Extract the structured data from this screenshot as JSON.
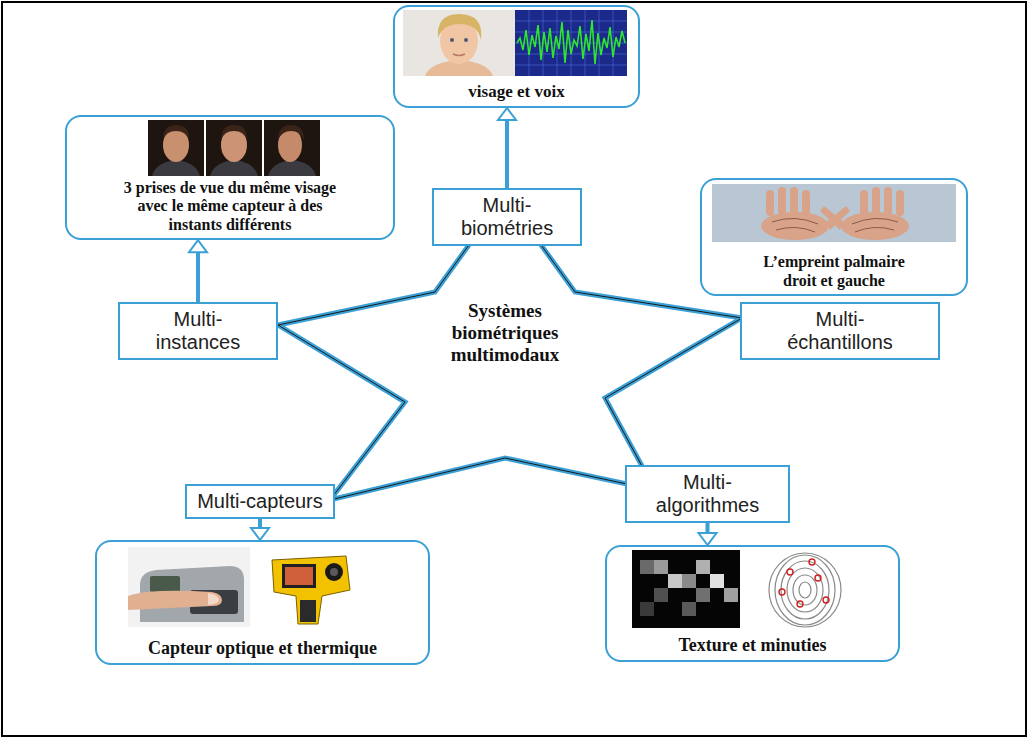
{
  "diagram": {
    "nodes": [
      {
        "text": [
          "visage et voix"
        ]
      },
      {
        "text": [
          "3 prises de vue du même visage avec le même capteur à des instants différents"
        ]
      },
      {
        "text": [
          "Multi- biométries"
        ]
      },
      {
        "text": [
          "L’empreint palmaire droit et gauche"
        ]
      },
      {
        "text": [
          "Multi- instances"
        ]
      },
      {
        "text": [
          "Systèmes biométriques multimodaux"
        ]
      },
      {
        "text": [
          "Multi- échantillons"
        ]
      },
      {
        "text": [
          "Multi-capteurs"
        ]
      },
      {
        "text": [
          "Multi- algorithmes"
        ]
      },
      {
        "text": [
          "Capteur optique et thermique"
        ]
      },
      {
        "text": [
          "Texture et minuties"
        ]
      }
    ],
    "edges": [
      {
        "from": 2,
        "to": 0,
        "arrow": "to"
      },
      {
        "from": 4,
        "to": 1,
        "arrow": "to"
      },
      {
        "from": 7,
        "to": 9,
        "arrow": "to"
      },
      {
        "from": 8,
        "to": 10,
        "arrow": "to"
      }
    ]
  }
}
